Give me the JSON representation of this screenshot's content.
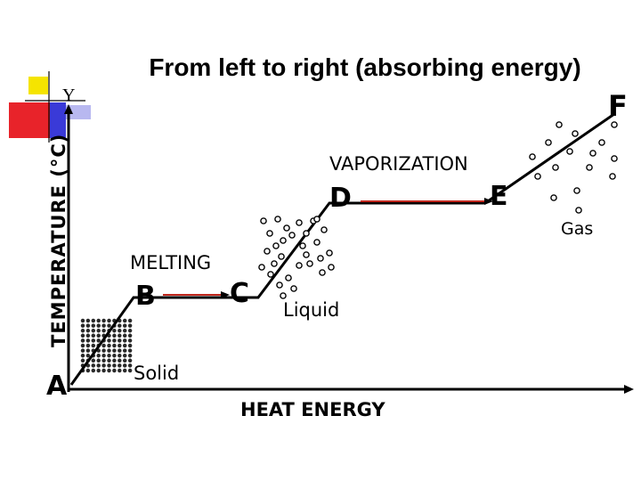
{
  "title": "From left to right (absorbing energy)",
  "axes": {
    "y_label": "TEMPERATURE (°C)",
    "y_marker": "Y",
    "x_label": "HEAT ENERGY"
  },
  "points": {
    "a": "A",
    "b": "B",
    "c": "C",
    "d": "D",
    "e": "E",
    "f": "F"
  },
  "phase_changes": {
    "melting": "MELTING",
    "vaporization": "VAPORIZATION"
  },
  "states": {
    "solid": "Solid",
    "liquid": "Liquid",
    "gas": "Gas"
  },
  "colors": {
    "deco_yellow": "#f5e400",
    "deco_red": "#e8232a",
    "deco_blue": "#3a3ad8",
    "deco_lavender": "#b8b8f0",
    "line": "#000000"
  }
}
